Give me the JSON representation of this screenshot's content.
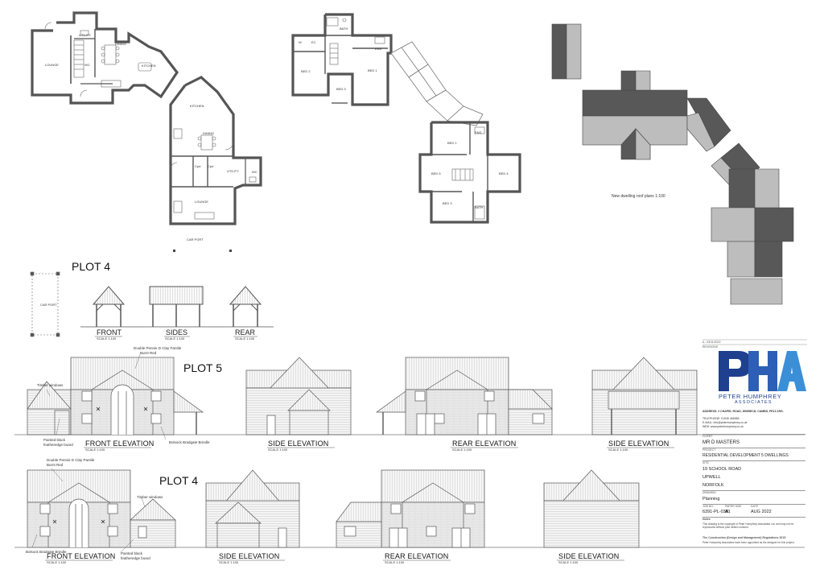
{
  "floorplans": {
    "plot5_ground_rooms": [
      "UTILITY",
      "DINING",
      "LOUNGE",
      "WC",
      "KITCHEN"
    ],
    "plot5_first_rooms": [
      "BATH",
      "W",
      "EC",
      "BED 2",
      "BED 3",
      "BED 1",
      "ENS"
    ],
    "plot4_ground_rooms": [
      "KITCHEN",
      "DINING",
      "Cpd",
      "Cpd",
      "UTILITY",
      "WC",
      "LOUNGE"
    ],
    "plot4_first_rooms": [
      "BED 1",
      "ENS",
      "BED 5",
      "BED 4",
      "BED 3",
      "BATH"
    ],
    "car_port_label": "CAR PORT",
    "roof_caption": "New dwelling roof plans 1:100"
  },
  "carport": {
    "plot_title": "PLOT 4",
    "side_label": "CAR PORT",
    "views": [
      {
        "title": "FRONT",
        "scale": "SCALE 1:100"
      },
      {
        "title": "SIDES",
        "scale": "SCALE 1:100"
      },
      {
        "title": "REAR",
        "scale": "SCALE 1:100"
      }
    ]
  },
  "plot5": {
    "title": "PLOT 5",
    "elevations": [
      {
        "title": "FRONT ELEVATION",
        "scale": "SCALE 1:100"
      },
      {
        "title": "SIDE ELEVATION",
        "scale": "SCALE 1:100"
      },
      {
        "title": "REAR ELEVATION",
        "scale": "SCALE 1:100"
      },
      {
        "title": "SIDE ELEVATION",
        "scale": "SCALE 1:100"
      }
    ],
    "annotations": {
      "roof": "Double Pennie D Clay Pantile",
      "roof2": "Burnt Red",
      "timber": "Timber windows",
      "board1": "Painted black",
      "board2": "featheredge board",
      "brick": "Bolsock Bradgate Brindle"
    }
  },
  "plot4": {
    "title": "PLOT 4",
    "elevations": [
      {
        "title": "FRONT ELEVATION",
        "scale": "SCALE 1:100"
      },
      {
        "title": "SIDE ELEVATION",
        "scale": "SCALE 1:100"
      },
      {
        "title": "REAR ELEVATION",
        "scale": "SCALE 1:100"
      },
      {
        "title": "SIDE ELEVATION",
        "scale": "SCALE 1:100"
      }
    ],
    "annotations": {
      "roof": "Double Pennie D Clay Pantile",
      "roof2": "Burnt Red",
      "timber": "Timber windows",
      "board1": "Painted black",
      "board2": "featheredge board",
      "brick": "Bolsock Bradgate Brindle"
    }
  },
  "titleblock": {
    "rev": "A - 03/11/2022",
    "revisions_label": "REVISIONS",
    "company_line1": "PETER HUMPHREY",
    "company_line2": "ASSOCIATES",
    "address": "ADDRESS: 2 CHAPEL ROAD, WISBECH, CAMBS, PE13 1RG.",
    "telephone": "TELEPHONE: 01945 466966",
    "email": "E-MAIL: info@peterhumphrey.co.uk",
    "web": "WEB: www.peterhumphrey.co.uk",
    "client_label": "CLIENT",
    "client": "MR D MASTERS",
    "project_label": "PROJECT",
    "project": "RESIDENTIAL DEVELOPMENT 5 DWELLINGS",
    "site_label": "SITE",
    "site_line1": "19 SCHOOL ROAD",
    "site_line2": "UPWELL",
    "site_line3": "NORFOLK",
    "drawing_label": "DRAWING",
    "drawing": "Planning",
    "job_label": "JOB NO.",
    "job": "6391-PL-03B",
    "paper_label": "PAPER SIZE",
    "paper": "A1",
    "date_label": "DATE",
    "date": "AUG 2022",
    "notes_label": "Notes",
    "notes": "This drawing is the copyright of Peter Humphrey Associates Ltd. and may not be reproduced without prior written consent.",
    "cdm_label": "The Construction (Design and Management) Regulations 2015",
    "cdm": "Peter Humphrey Associates have been appointed as the designer for this project."
  },
  "colors": {
    "brand_dark": "#1f3f8f",
    "brand_light": "#3b8fd6",
    "roof_dark": "#585858",
    "roof_light": "#bdbdbd",
    "wall": "#555555"
  }
}
